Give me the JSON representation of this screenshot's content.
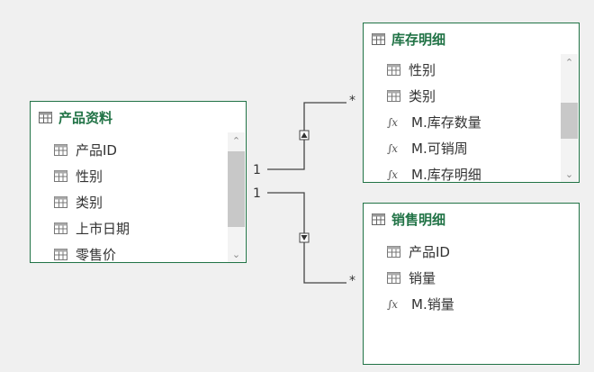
{
  "tables": {
    "product": {
      "title": "产品资料",
      "fields": [
        {
          "name": "产品ID",
          "icon": "column-icon"
        },
        {
          "name": "性别",
          "icon": "column-icon"
        },
        {
          "name": "类别",
          "icon": "column-icon"
        },
        {
          "name": "上市日期",
          "icon": "column-icon"
        },
        {
          "name": "零售价",
          "icon": "column-icon"
        }
      ]
    },
    "inventory": {
      "title": "库存明细",
      "fields": [
        {
          "name": "性别",
          "icon": "column-icon"
        },
        {
          "name": "类别",
          "icon": "column-icon"
        },
        {
          "name": "M.库存数量",
          "icon": "measure-icon"
        },
        {
          "name": "M.可销周",
          "icon": "measure-icon"
        },
        {
          "name": "M.库存明细",
          "icon": "measure-icon"
        }
      ]
    },
    "sales": {
      "title": "销售明细",
      "fields": [
        {
          "name": "产品ID",
          "icon": "column-icon"
        },
        {
          "name": "销量",
          "icon": "column-icon"
        },
        {
          "name": "M.销量",
          "icon": "measure-icon"
        }
      ]
    }
  },
  "relationships": [
    {
      "from": "产品资料",
      "to": "库存明细",
      "from_card": "1",
      "to_card": "*"
    },
    {
      "from": "产品资料",
      "to": "销售明细",
      "from_card": "1",
      "to_card": "*"
    }
  ],
  "colors": {
    "accent": "#217346",
    "line": "#444444",
    "background": "#f0f0f0"
  }
}
